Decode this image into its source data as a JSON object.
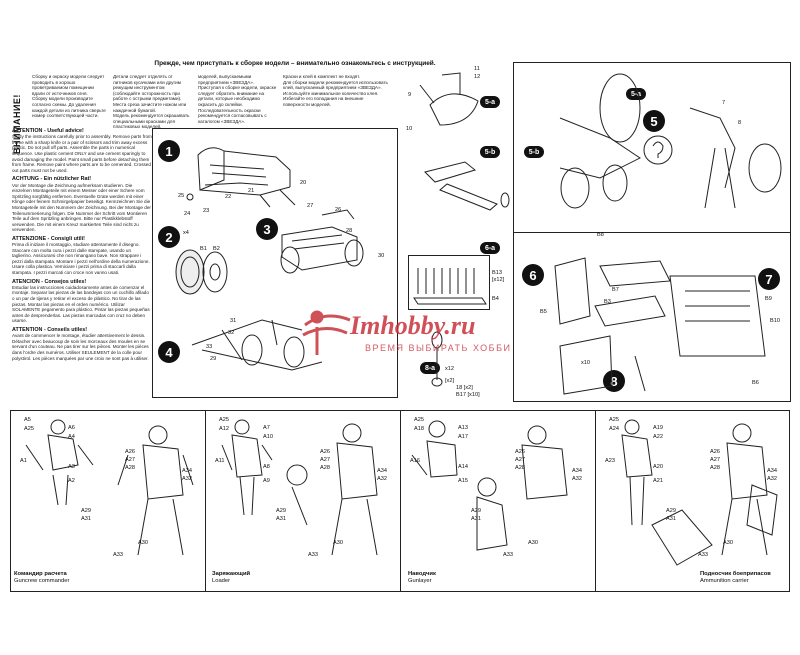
{
  "header": "Прежде, чем приступать к сборке модели – внимательно ознакомьтесь с инструкцией.",
  "warning_label": "ВНИМАНИЕ!",
  "ru_columns": [
    "Сборку и окраску модели следует проводить в хорошо проветриваемом помещении вдали от источников огня.\nСборку модели производите согласно схемы. До удаления каждой детали из литника сверьте номер соответствующей части.",
    "Детали следует отделять от литников кусачками или другим режущим инструментом (соблюдайте осторожность при работе с острыми предметами). Места среза зачистите ножом или наждачной бумагой.\nМодель рекомендуется окрашивать специальными красками для пластиковых моделей.",
    "моделей, выпускаемыми предприятием «ЗВЕЗДА».\nПриступая к сборке модели, окраске следует обратить внимание на детали, которые необходимо окрасить до склейки.\nПоследовательность окраски рекомендуется согласовывать с каталогом «ЗВЕЗДА».",
    "Краски и клей в комплект не входят.\nДля сборки модели рекомендуется использовать клей, выпускаемый предприятием «ЗВЕЗДА».\nИспользуйте минимальное количество клея. Избегайте его попадания на внешние поверхности моделей."
  ],
  "languages": [
    {
      "head": "ATTENTION - Useful advice!",
      "text": "Study the instructions carefully prior to assembly. Remove parts from frame with a sharp knife or a pair of scissors and trim away excess plastic. Do not pull off parts. Assemble the parts in numerical sequence. Use plastic cement ONLY and use cement sparingly to avoid damaging the model. Paint small parts before detaching them from frame. Remove paint where parts are to be cemented. Crossed out parts must not be used."
    },
    {
      "head": "ACHTUNG - Ein nützlicher Rat!",
      "text": "Vor der Montage die Zeichnung aufmerksam studieren. Die einzelnen Montageteile mit einem Messer oder einer Schere vom Spritzling sorgfältig entfernen. Eventuelle Grate werden mit einer Klinge oder feinem Schmirgelpapier beseitigt. Kennzeichnen Sie die Montageteile mit den Nummern der Zeichnung. Bei der Montage der Teilenummerierung folgen. Die Nummer der Schritt vom Montieren Teile auf dem Spritzling anbringen. Bitte nur Plastikklebstoff verwenden. Die mit einem Kreuz markierten Teile sind nicht zu verwenden."
    },
    {
      "head": "ATTENZIONE - Consigli utili!",
      "text": "Prima di iniziare il montaggio, studiare attentamente il disegno. Staccare con molta cura i pezzi dalle stampate, usando un taglierino. Assicurarsi che non rimangano bave. Non strappare i pezzi dalla stampata. Montare i pezzi nell'ordine della numerazione. Usare colla plastica. Verniciare i pezzi prima di staccarli dalla stampata. I pezzi marcati con croce non vanno usati."
    },
    {
      "head": "ATENCION - Consejos utiles!",
      "text": "Estudiar las instrucciones cuidadosamente antes de comenzar el montaje. Separar las piezas de las bandejas con un cuchillo afilado o un par de tijeras y retirar el exceso de plástico. No tirar de las piezas. Montar las piezas en el orden numérico. Utilizar SOLAMENTE pegamento para plástico. Pintar las piezas pequeñas antes de desprenderlas. Las piezas marcadas con cruz no deben usarse."
    },
    {
      "head": "ATTENTION - Conseils utiles!",
      "text": "Avant de commencer le montage, étudier attentivement le dessin. Détacher avec beaucoup de soin les morceaux des moules en se servant d'un couteau. Ne pas tirer sur les pièces. Monter les pièces dans l'ordre des numéros. Utiliser SEULEMENT de la colle pour polystirol. Les pièces marquées par une croix ne sont pas à utiliser."
    }
  ],
  "steps": {
    "s1": "1",
    "s2": "2",
    "s3": "3",
    "s4": "4",
    "s5": "5",
    "s6": "6",
    "s7": "7",
    "s8": "8",
    "s5a": "5-a",
    "s5b": "5-b",
    "s6a": "6-a",
    "s8a": "8-a",
    "s5a_right": "5-a",
    "s5b_right": "5-b"
  },
  "part_labels": {
    "p11": "11",
    "p12": "12",
    "p9": "9",
    "p10": "10",
    "p25": "25",
    "p24": "24",
    "p23": "23",
    "p22": "22",
    "p27": "27",
    "p26": "26",
    "p28": "28",
    "p29": "29",
    "p30": "30",
    "p31": "31",
    "p32": "32",
    "p33": "33",
    "p8": "8",
    "p7": "7",
    "pB1": "B1",
    "pB2": "B2",
    "pB3": "B3",
    "pB4": "B4",
    "pB5": "B5",
    "pB6": "B6",
    "pB7": "B7",
    "pB8": "B8",
    "pB9": "B9",
    "pB10": "B10",
    "pB13": "B13",
    "pB13x": "[x12]",
    "pB17": "B17 [x10]",
    "p18": "18 [x2]",
    "px2": "[x2]",
    "px12": "x12",
    "px10": "x10",
    "px4": "x4",
    "p20": "20",
    "p21": "21"
  },
  "watermark": {
    "brand": "Imhobby.ru",
    "tagline": "ВРЕМЯ ВЫБИРАТЬ ХОББИ"
  },
  "figures": [
    {
      "ru": "Командир расчета",
      "en": "Guncrew commander",
      "labels": [
        "A5",
        "A25",
        "A6",
        "A4",
        "A1",
        "A3",
        "A2",
        "A26",
        "A27",
        "A28",
        "A29",
        "A31",
        "A34",
        "A32",
        "A33",
        "A30"
      ]
    },
    {
      "ru": "Заряжающий",
      "en": "Loader",
      "labels": [
        "A25",
        "A12",
        "A7",
        "A10",
        "A11",
        "A8",
        "A9",
        "A26",
        "A27",
        "A28",
        "A29",
        "A31",
        "A34",
        "A32",
        "A33",
        "A30"
      ]
    },
    {
      "ru": "Наводчик",
      "en": "Gunlayer",
      "labels": [
        "A25",
        "A18",
        "A13",
        "A17",
        "A16",
        "A14",
        "A15",
        "A26",
        "A27",
        "A28",
        "A29",
        "A31",
        "A34",
        "A32",
        "A33",
        "A30"
      ]
    },
    {
      "ru": "Подносчик боеприпасов",
      "en": "Ammunition carrier",
      "labels": [
        "A25",
        "A24",
        "A19",
        "A22",
        "A23",
        "A20",
        "A21",
        "A26",
        "A27",
        "A28",
        "A29",
        "A31",
        "A34",
        "A32",
        "A33",
        "A30"
      ]
    }
  ]
}
